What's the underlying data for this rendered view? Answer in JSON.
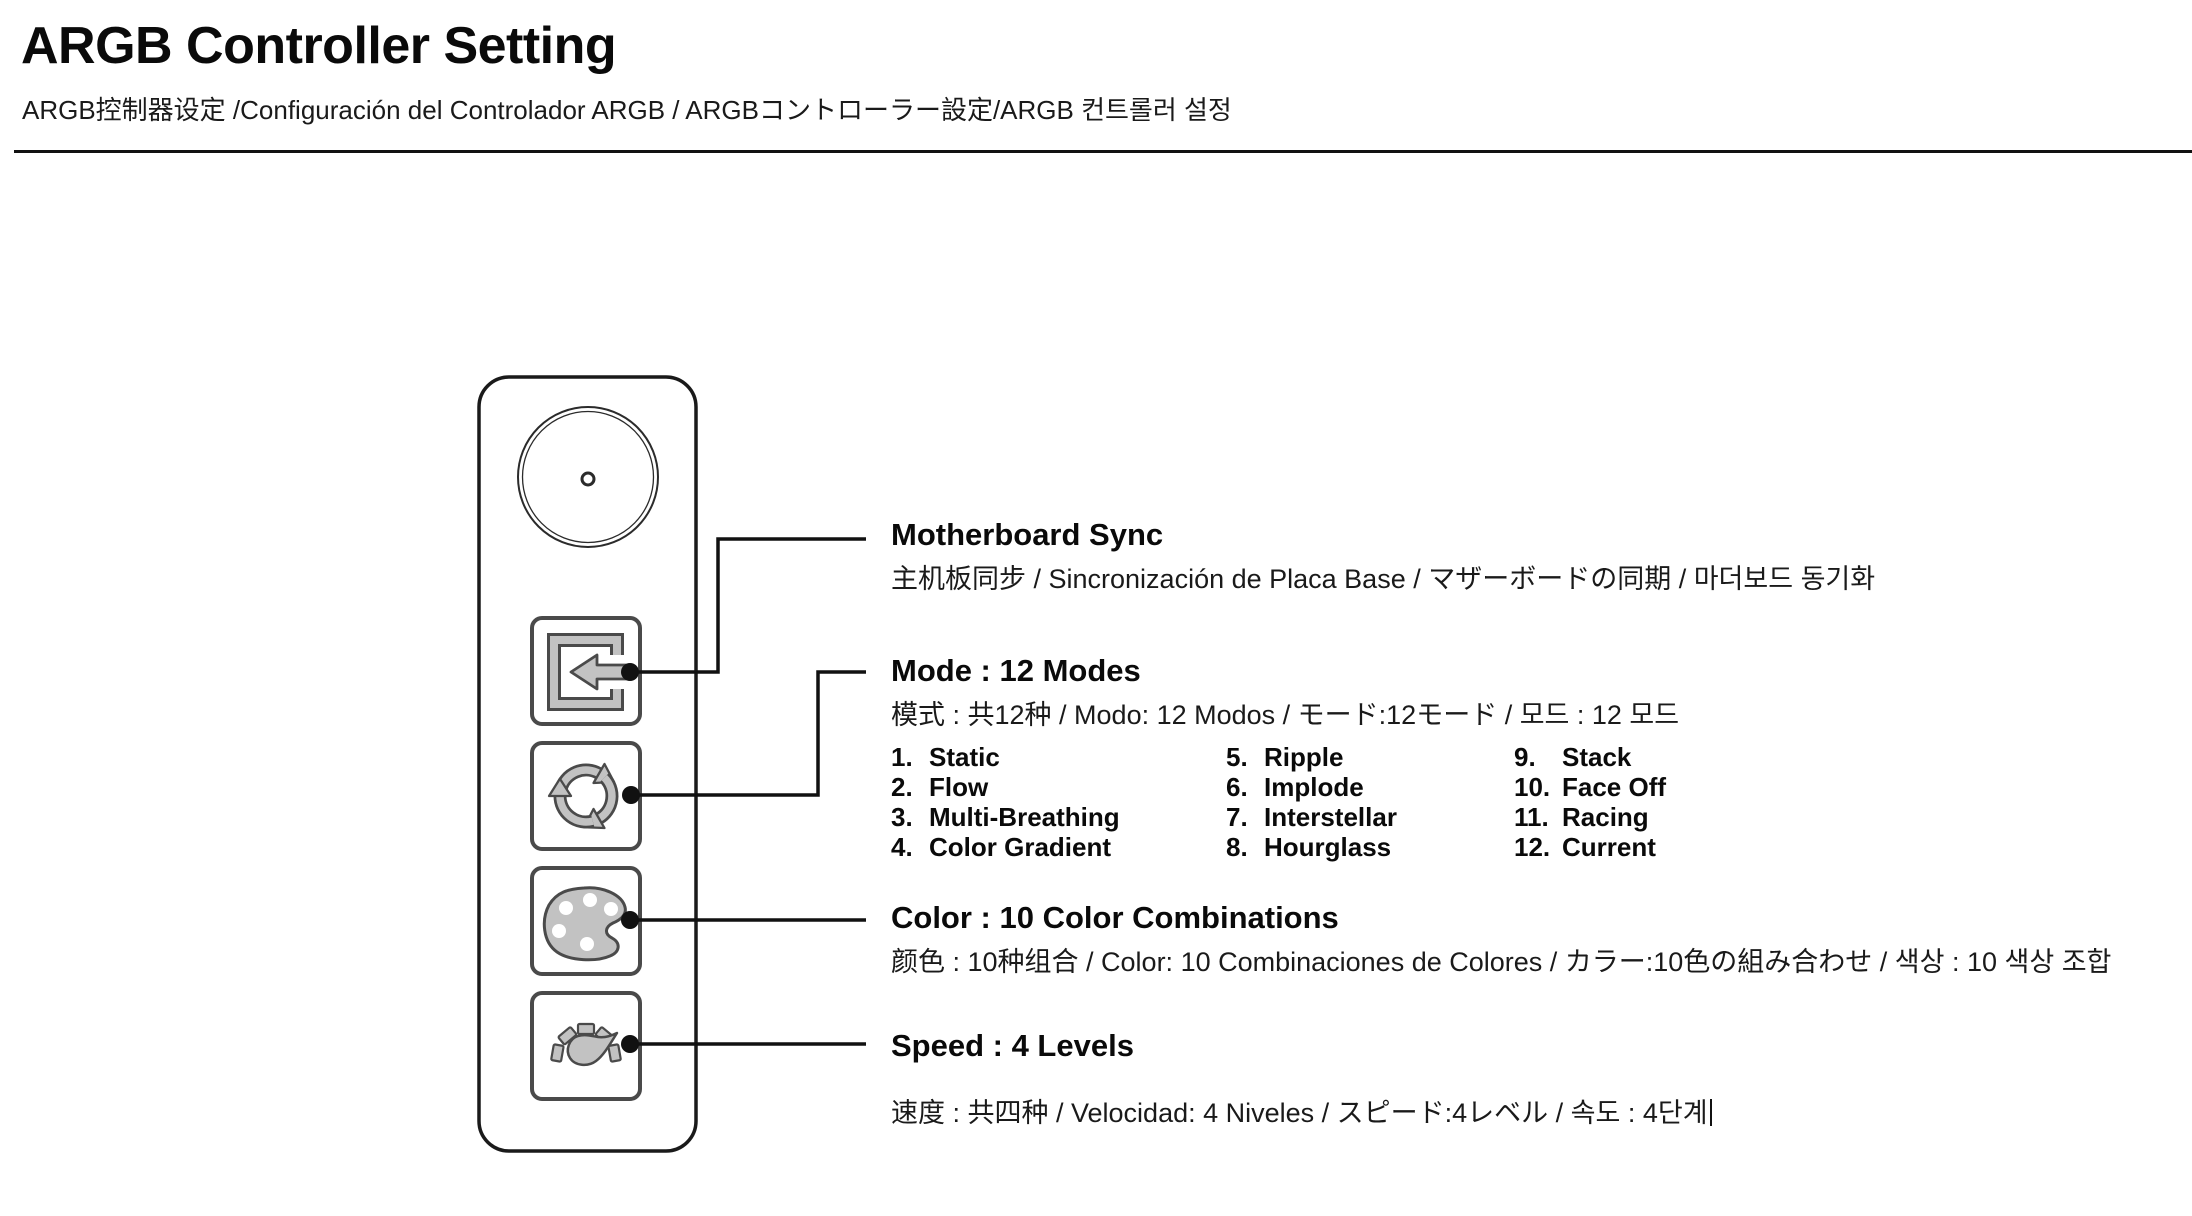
{
  "page": {
    "title": "ARGB Controller Setting",
    "subtitle": "ARGB控制器设定 /Configuración del Controlador ARGB / ARGBコントローラー設定/ARGB 컨트롤러 설정"
  },
  "callouts": {
    "sync": {
      "title": "Motherboard Sync",
      "subtitle": "主机板同步 / Sincronización de Placa Base / マザーボードの同期 / 마더보드 동기화"
    },
    "mode": {
      "title": "Mode : 12 Modes",
      "subtitle": "模式 : 共12种 / Modo: 12 Modos / モード:12モード /  모드 : 12 모드",
      "items": [
        {
          "num": "1.",
          "label": "Static"
        },
        {
          "num": "2.",
          "label": "Flow"
        },
        {
          "num": "3.",
          "label": "Multi-Breathing"
        },
        {
          "num": "4.",
          "label": "Color Gradient"
        },
        {
          "num": "5.",
          "label": "Ripple"
        },
        {
          "num": "6.",
          "label": "Implode"
        },
        {
          "num": "7.",
          "label": "Interstellar"
        },
        {
          "num": "8.",
          "label": "Hourglass"
        },
        {
          "num": "9.",
          "label": "Stack"
        },
        {
          "num": "10.",
          "label": "Face Off"
        },
        {
          "num": "11.",
          "label": "Racing"
        },
        {
          "num": "12.",
          "label": "Current"
        }
      ]
    },
    "color": {
      "title": "Color : 10 Color Combinations",
      "subtitle": "颜色 : 10种组合 / Color: 10 Combinaciones de Colores / カラー:10色の組み合わせ / 색상 : 10 색상 조합"
    },
    "speed": {
      "title": "Speed : 4 Levels",
      "subtitle": "速度 : 共四种 / Velocidad: 4 Niveles / スピード:4レベル / 속도 : 4단계"
    }
  },
  "controller": {
    "buttons": [
      {
        "id": "motherboard-sync",
        "icon": "enter-arrow-icon"
      },
      {
        "id": "mode",
        "icon": "cycle-arrows-icon"
      },
      {
        "id": "color",
        "icon": "palette-icon"
      },
      {
        "id": "speed",
        "icon": "speedometer-icon"
      }
    ],
    "dial_icon": "dial-button-icon"
  },
  "colors": {
    "background": "#ffffff",
    "text": "#111111",
    "line": "#111111",
    "outline": "#4a4a4a",
    "icon_fill": "#c2c2c2"
  }
}
